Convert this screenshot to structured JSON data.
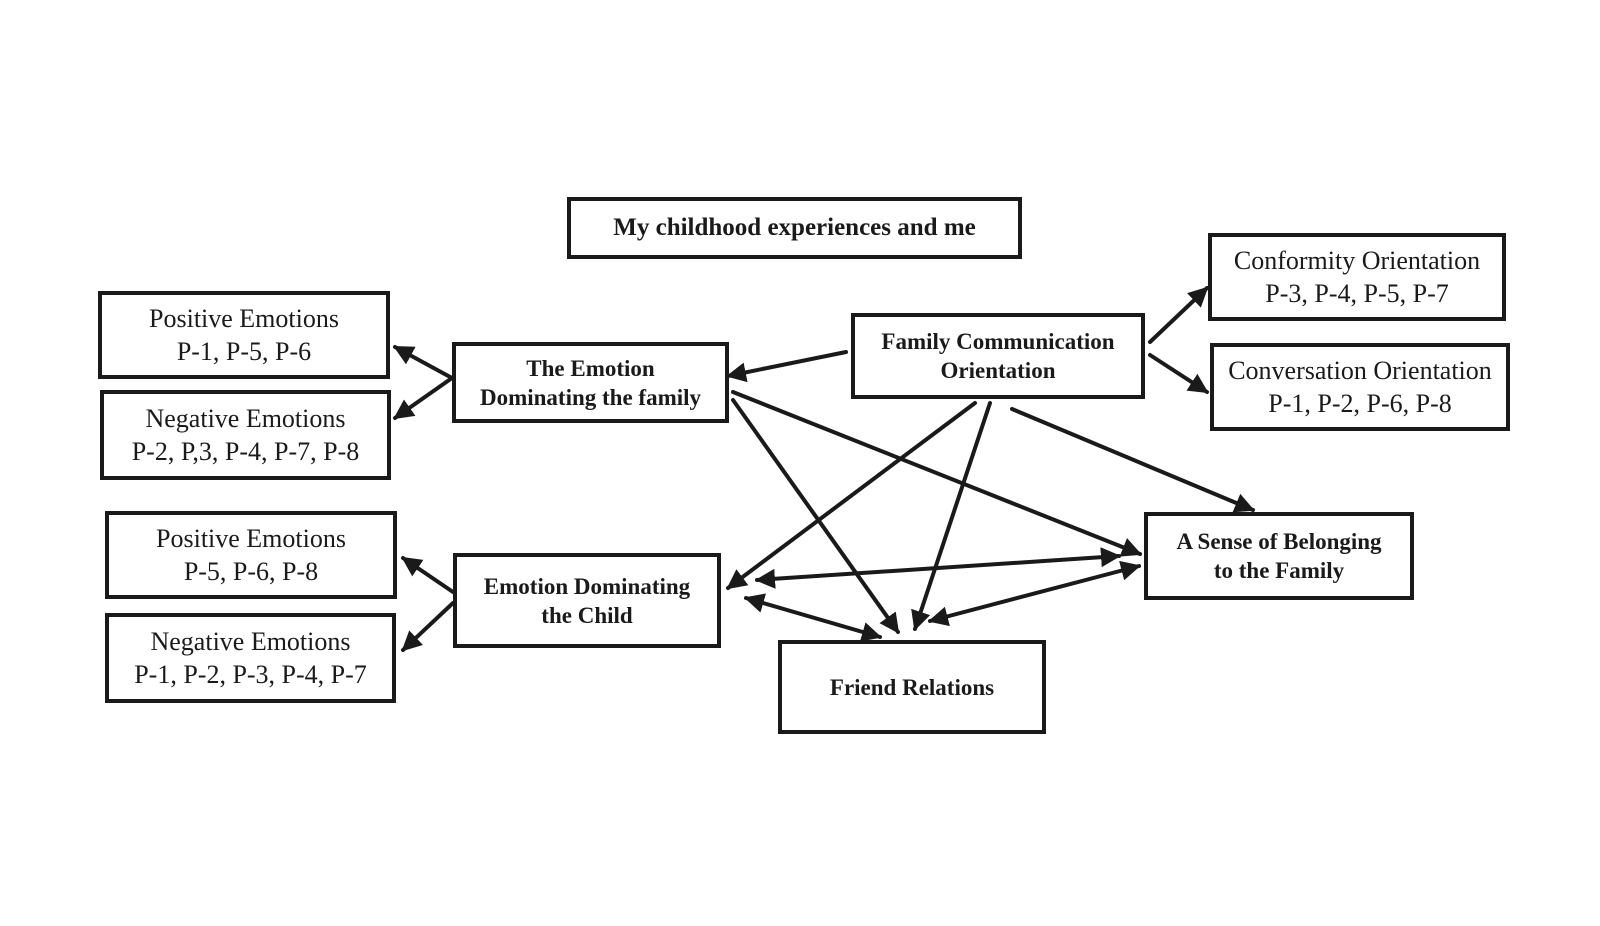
{
  "diagram": {
    "title": "My childhood experiences and me",
    "nodes": {
      "family_communication": {
        "line1": "Family Communication",
        "line2": "Orientation"
      },
      "conformity": {
        "line1": "Conformity Orientation",
        "line2": "P-3, P-4, P-5, P-7"
      },
      "conversation": {
        "line1": "Conversation Orientation",
        "line2": "P-1, P-2, P-6, P-8"
      },
      "emotion_family": {
        "line1": "The Emotion",
        "line2": "Dominating the family"
      },
      "emotion_child": {
        "line1": "Emotion Dominating",
        "line2": "the Child"
      },
      "family_positive": {
        "line1": "Positive Emotions",
        "line2": "P-1, P-5, P-6"
      },
      "family_negative": {
        "line1": "Negative Emotions",
        "line2": "P-2, P,3, P-4, P-7, P-8"
      },
      "child_positive": {
        "line1": "Positive Emotions",
        "line2": "P-5, P-6, P-8"
      },
      "child_negative": {
        "line1": "Negative Emotions",
        "line2": "P-1, P-2, P-3, P-4, P-7"
      },
      "belonging": {
        "line1": "A Sense of Belonging",
        "line2": "to the Family"
      },
      "friend_relations": {
        "line1": "Friend Relations"
      }
    }
  }
}
